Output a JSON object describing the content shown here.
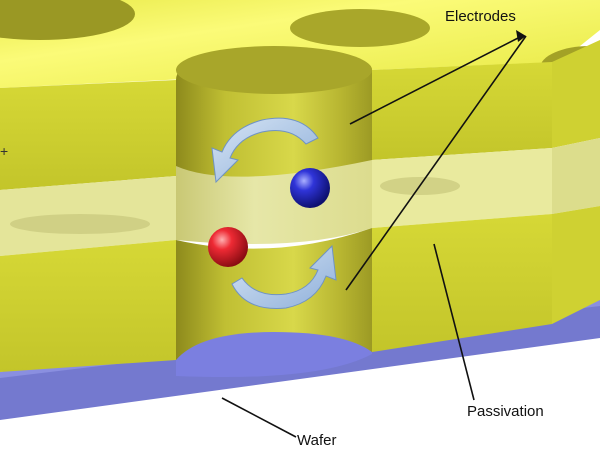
{
  "labels": {
    "electrodes": "Electrodes",
    "passivation": "Passivation",
    "wafer": "Wafer"
  },
  "colors": {
    "electrode_yellow": "#d9dc3a",
    "electrode_top_highlight": "#f3f35c",
    "passivation_band": "#e9ea9e",
    "wafer_blue": "#7d83d6",
    "pore_floor_blue": "#7b7fe0",
    "rotation_arrow": "#a9c4e4",
    "ion_red": "#e0202a",
    "ion_blue": "#2a2ed0"
  },
  "icons": {
    "ion_positive": "red-sphere",
    "ion_negative": "blue-sphere",
    "rotation": "circular-arrows"
  }
}
